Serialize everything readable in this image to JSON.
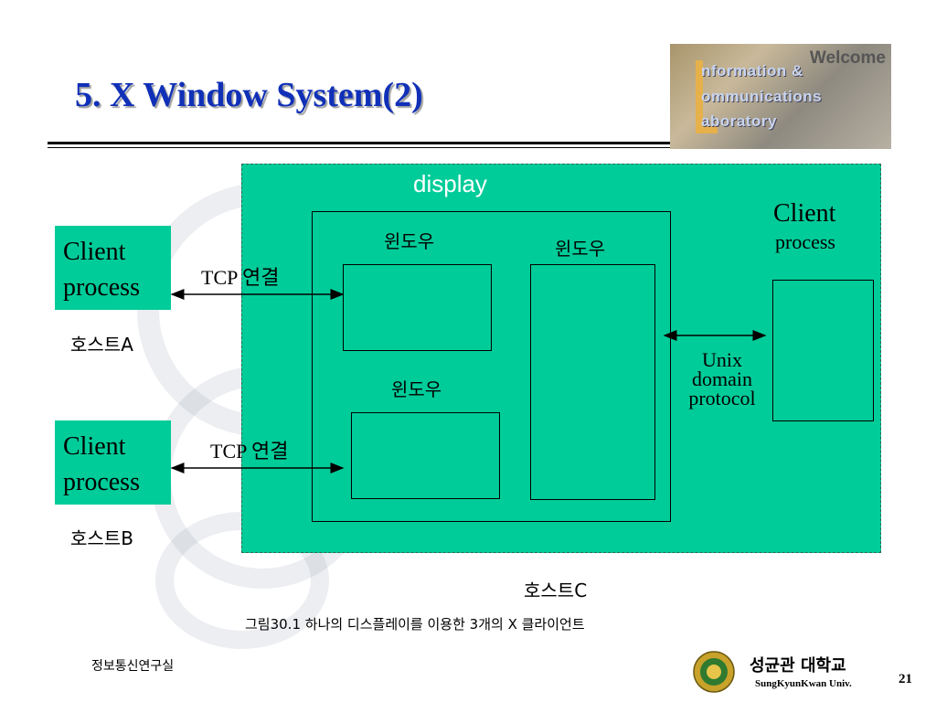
{
  "title": "5.  X Window System(2)",
  "logo": {
    "welcome": "Welcome",
    "line1": "nformation &",
    "line2": "ommunications",
    "line3": "aboratory"
  },
  "diagram": {
    "display_label": "display",
    "window_top_left": "윈도우",
    "window_top_right": "윈도우",
    "window_bottom": "윈도우",
    "client_a": {
      "line1": "Client",
      "line2": "process"
    },
    "client_b": {
      "line1": "Client",
      "line2": "process"
    },
    "client_c": {
      "line1": "Client",
      "line2": "process"
    },
    "tcp_a": "TCP 연결",
    "tcp_b": "TCP 연결",
    "host_a": "호스트A",
    "host_b": "호스트B",
    "host_c": "호스트C",
    "unix": {
      "line1": "Unix",
      "line2": "domain",
      "line3": "protocol"
    },
    "caption": "그림30.1 하나의 디스플레이를 이용한 3개의 X 클라이언트"
  },
  "footer": {
    "lab": "정보통신연구실",
    "univ_kr": "성균관 대학교",
    "univ_en": "SungKyunKwan Univ.",
    "page": "21"
  }
}
